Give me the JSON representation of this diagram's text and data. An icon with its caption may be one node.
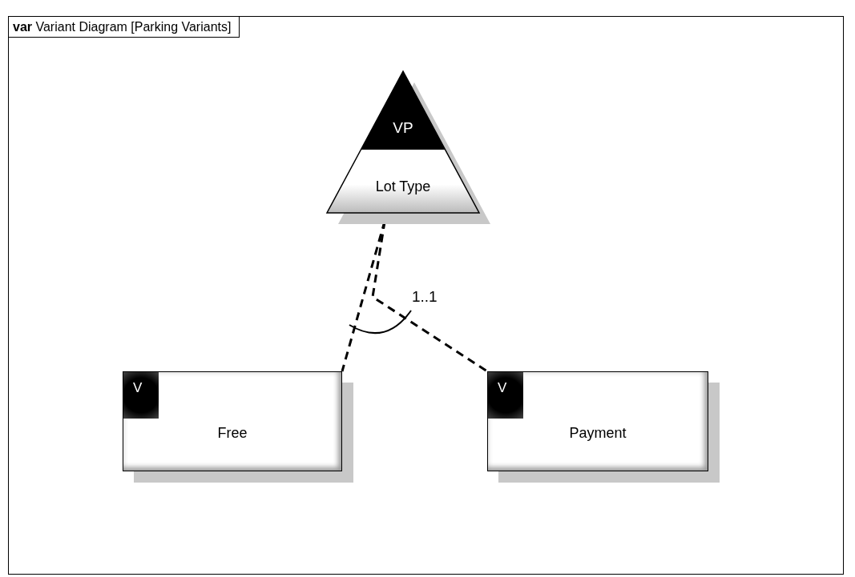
{
  "diagram": {
    "nodes": [
      {
        "text": [
          "**var** Variant Diagram [Parking Variants]"
        ]
      },
      {
        "text": [
          "VP",
          "Lot Type"
        ],
        "in": 0
      },
      {
        "text": [
          "V",
          "Free"
        ],
        "in": 0
      },
      {
        "text": [
          "V",
          "Payment"
        ],
        "in": 0
      }
    ],
    "edges": [
      {
        "from": 1,
        "to": 2,
        "arrow": "none",
        "style": "dashed"
      },
      {
        "from": 1,
        "to": 3,
        "arrow": "none",
        "style": "dashed"
      }
    ],
    "labels": [
      "1..1"
    ]
  }
}
